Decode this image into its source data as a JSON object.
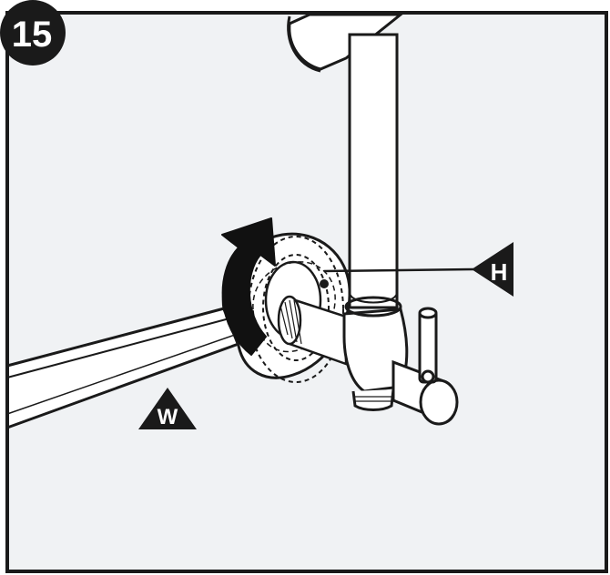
{
  "step": {
    "number": "15",
    "badge_color": "#1a1a1a",
    "badge_text_color": "#ffffff"
  },
  "panel": {
    "background_color": "#f0f2f4",
    "border_color": "#1a1a1a"
  },
  "labels": {
    "wrench": "W",
    "hole": "H"
  },
  "illustration": {
    "line_color": "#1a1a1a",
    "fill_color": "#ffffff",
    "arrow_color": "#111111"
  }
}
